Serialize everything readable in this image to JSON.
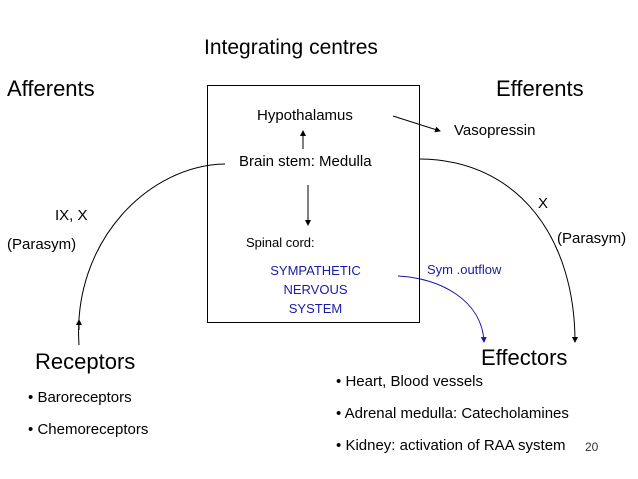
{
  "title": "Integrating centres",
  "afferents_label": "Afferents",
  "efferents_label": "Efferents",
  "box": {
    "hypothalamus": "Hypothalamus",
    "brain_stem": "Brain stem: Medulla",
    "spinal_cord": "Spinal cord:",
    "sns_line1": "SYMPATHETIC",
    "sns_line2": "NERVOUS",
    "sns_line3": "SYSTEM"
  },
  "vasopressin": "Vasopressin",
  "left_nerves": "IX, X",
  "left_parasym": "(Parasym)",
  "right_nerve": "X",
  "right_parasym": "(Parasym)",
  "sym_outflow": "Sym .outflow",
  "receptors": {
    "heading": "Receptors",
    "items": [
      "Baroreceptors",
      "Chemoreceptors"
    ]
  },
  "effectors": {
    "heading": "Effectors",
    "items": [
      "Heart, Blood vessels",
      "Adrenal medulla: Catecholamines",
      "Kidney: activation of RAA system"
    ]
  },
  "bullet": "•",
  "slide_number": "20",
  "colors": {
    "text": "#000000",
    "sympathetic": "#1a1aa6"
  }
}
